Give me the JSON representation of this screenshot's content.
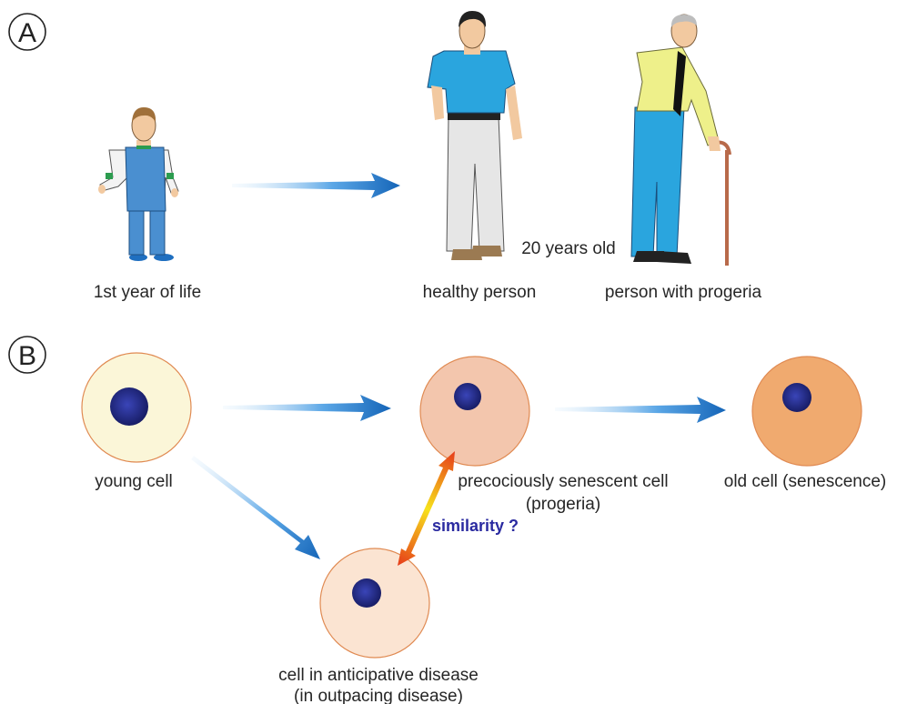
{
  "panel_a": {
    "letter": "A",
    "child_label": "1st year of life",
    "healthy_label": "healthy person",
    "progeria_label": "person with progeria",
    "age_label": "20 years old"
  },
  "panel_b": {
    "letter": "B",
    "young_cell_label": "young cell",
    "precocious_label_line1": "precociously senescent cell",
    "precocious_label_line2": "(progeria)",
    "old_cell_label": "old cell (senescence)",
    "anticipative_label_line1": "cell in anticipative disease",
    "anticipative_label_line2": "(in outpacing disease)",
    "similarity_label": "similarity ?"
  },
  "colors": {
    "arrow_blue": "#1565b8",
    "young_cell_fill": "#fbf6d8",
    "precocious_cell_fill": "#f3c6ad",
    "old_cell_fill": "#f0aa6f",
    "anticipative_cell_fill": "#fbe4d2",
    "nucleus": "#1f2680",
    "similarity_text": "#2a2aa0"
  }
}
